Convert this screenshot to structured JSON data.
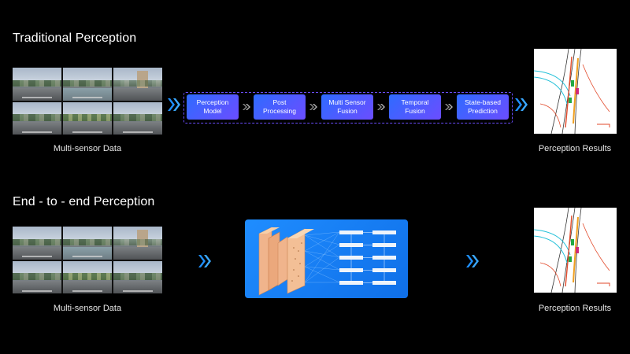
{
  "traditional": {
    "title": "Traditional Perception",
    "input_caption": "Multi-sensor Data",
    "output_caption": "Perception Results",
    "stages": [
      {
        "label": "Perception\nModel"
      },
      {
        "label": "Post\nProcessing"
      },
      {
        "label": "Multi Sensor\nFusion"
      },
      {
        "label": "Temporal\nFusion"
      },
      {
        "label": "State-based\nPrediction"
      }
    ]
  },
  "end_to_end": {
    "title": "End - to - end Perception",
    "input_caption": "Multi-sensor Data",
    "output_caption": "Perception Results"
  },
  "colors": {
    "background": "#000000",
    "stage_gradient_start": "#2f6bff",
    "stage_gradient_end": "#6b4dff",
    "pipeline_border": "#6a4cff",
    "chevron": "#1e90ff",
    "nn_panel": "#1f8dff",
    "conv_block": "#f0b48c"
  },
  "icons": {
    "flow_arrow": "double-chevron-right-icon",
    "stage_arrow": "small-double-chevron-icon",
    "network": "neural-network-icon",
    "map": "lane-map-icon"
  }
}
